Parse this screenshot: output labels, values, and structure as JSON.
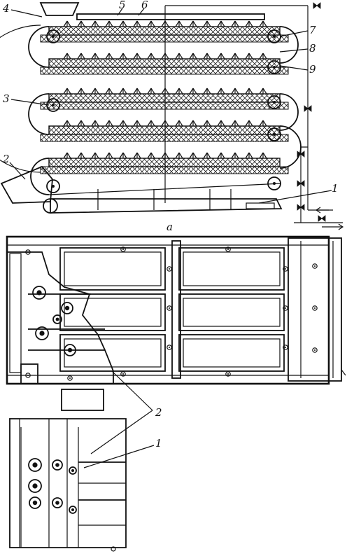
{
  "figure": {
    "panel_a": {
      "caption": "a",
      "callouts": [
        {
          "id": "4",
          "text": "4"
        },
        {
          "id": "5",
          "text": "5"
        },
        {
          "id": "6",
          "text": "6"
        },
        {
          "id": "7",
          "text": "7"
        },
        {
          "id": "8",
          "text": "8"
        },
        {
          "id": "9",
          "text": "9"
        },
        {
          "id": "3",
          "text": "3"
        },
        {
          "id": "2",
          "text": "2"
        },
        {
          "id": "1",
          "text": "1"
        }
      ]
    },
    "panel_b": {
      "callouts": [
        {
          "id": "2",
          "text": "2"
        },
        {
          "id": "1",
          "text": "1"
        }
      ]
    }
  }
}
